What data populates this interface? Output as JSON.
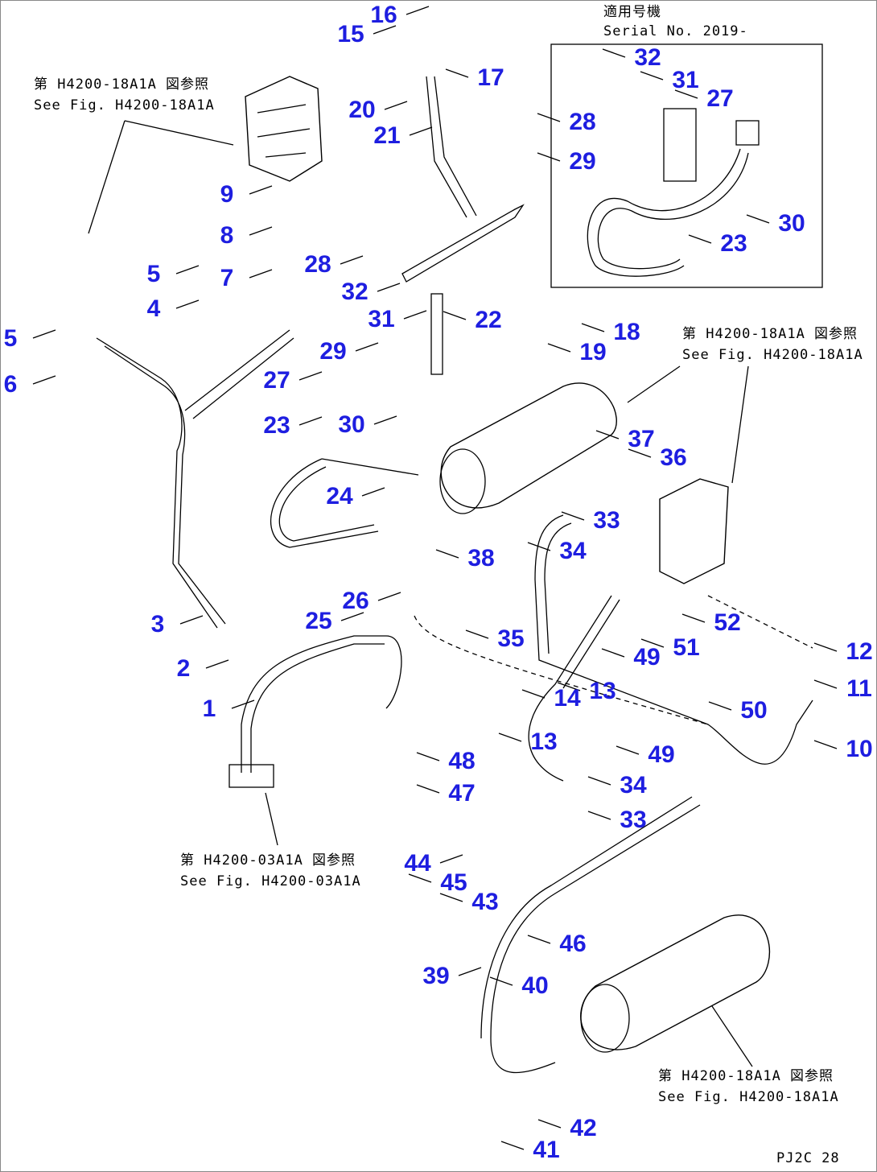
{
  "inset": {
    "title": "適用号機",
    "serial": "Serial No. 2019-",
    "labels": [
      "32",
      "31",
      "27",
      "28",
      "29",
      "30",
      "23"
    ]
  },
  "references": [
    {
      "jp": "第 H4200-18A1A 図参照",
      "en": "See Fig. H4200-18A1A"
    },
    {
      "jp": "第 H4200-18A1A 図参照",
      "en": "See Fig. H4200-18A1A"
    },
    {
      "jp": "第 H4200-03A1A 図参照",
      "en": "See Fig. H4200-03A1A"
    },
    {
      "jp": "第 H4200-18A1A 図参照",
      "en": "See Fig. H4200-18A1A"
    }
  ],
  "labels": [
    "16",
    "15",
    "17",
    "20",
    "21",
    "9",
    "8",
    "7",
    "28",
    "32",
    "31",
    "29",
    "5",
    "4",
    "5",
    "6",
    "27",
    "23",
    "30",
    "24",
    "22",
    "18",
    "19",
    "37",
    "36",
    "33",
    "34",
    "38",
    "25",
    "26",
    "3",
    "2",
    "1",
    "35",
    "52",
    "12",
    "11",
    "10",
    "49",
    "51",
    "50",
    "14",
    "13",
    "13",
    "49",
    "34",
    "33",
    "48",
    "47",
    "44",
    "45",
    "43",
    "46",
    "39",
    "40",
    "42",
    "41"
  ],
  "page_code": "PJ2C 28",
  "colors": {
    "label": "#1e1ee0",
    "line": "#000000"
  }
}
